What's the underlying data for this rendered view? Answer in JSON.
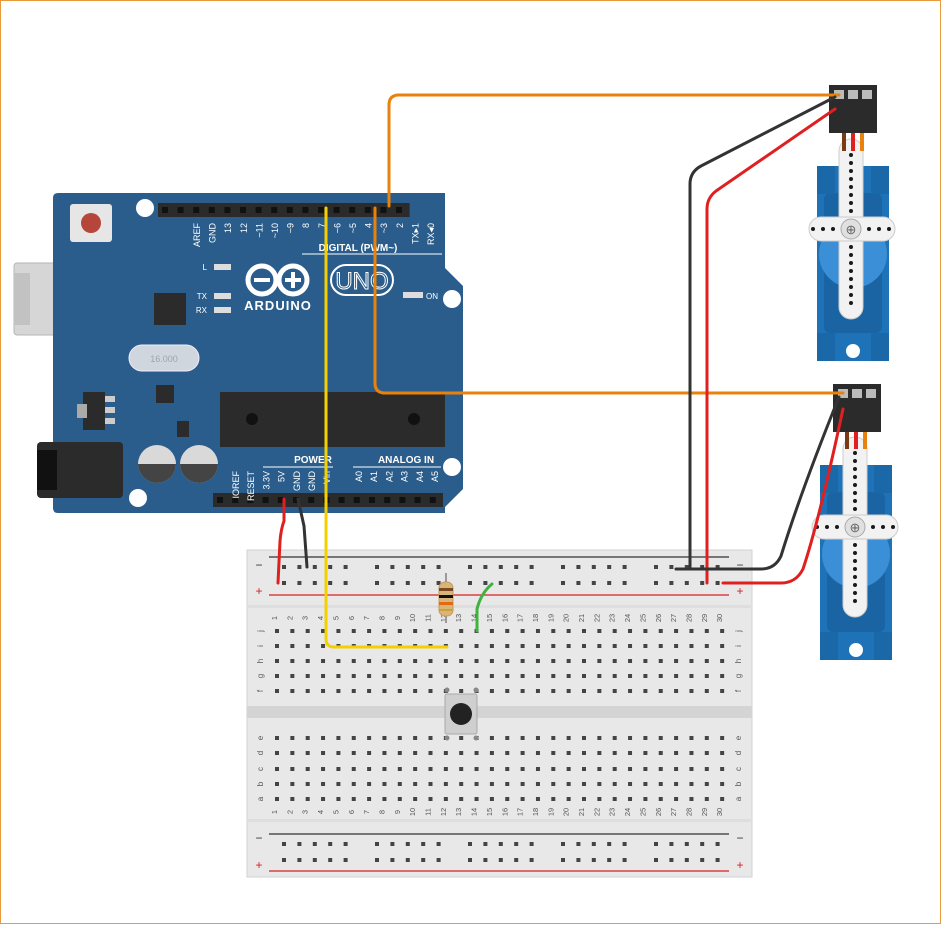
{
  "arduino": {
    "brand": "ARDUINO",
    "model": "UNO",
    "crystal": "16.000",
    "on_label": "ON",
    "led_l": "L",
    "led_tx": "TX",
    "led_rx": "RX",
    "digital_label": "DIGITAL (PWM~)",
    "power_label": "POWER",
    "analog_label": "ANALOG IN",
    "digital_pins": [
      "AREF",
      "GND",
      "13",
      "12",
      "~11",
      "~10",
      "~9",
      "8",
      "7",
      "~6",
      "~5",
      "4",
      "~3",
      "2",
      "TX▸1",
      "RX◂0"
    ],
    "power_pins": [
      "IOREF",
      "RESET",
      "3.3V",
      "5V",
      "GND",
      "GND",
      "Vin"
    ],
    "analog_pins": [
      "A0",
      "A1",
      "A2",
      "A3",
      "A4",
      "A5"
    ]
  },
  "breadboard": {
    "rows_top": [
      "j",
      "i",
      "h",
      "g",
      "f"
    ],
    "rows_bottom": [
      "e",
      "d",
      "c",
      "b",
      "a"
    ],
    "minus": "−",
    "plus": "+",
    "columns": 30
  },
  "colors": {
    "board": "#2a5d8c",
    "wire_orange": "#e8820c",
    "wire_yellow": "#f5d000",
    "wire_red": "#e02020",
    "wire_black": "#333333",
    "wire_green": "#3fb23f",
    "servo": "#1e73b8"
  }
}
